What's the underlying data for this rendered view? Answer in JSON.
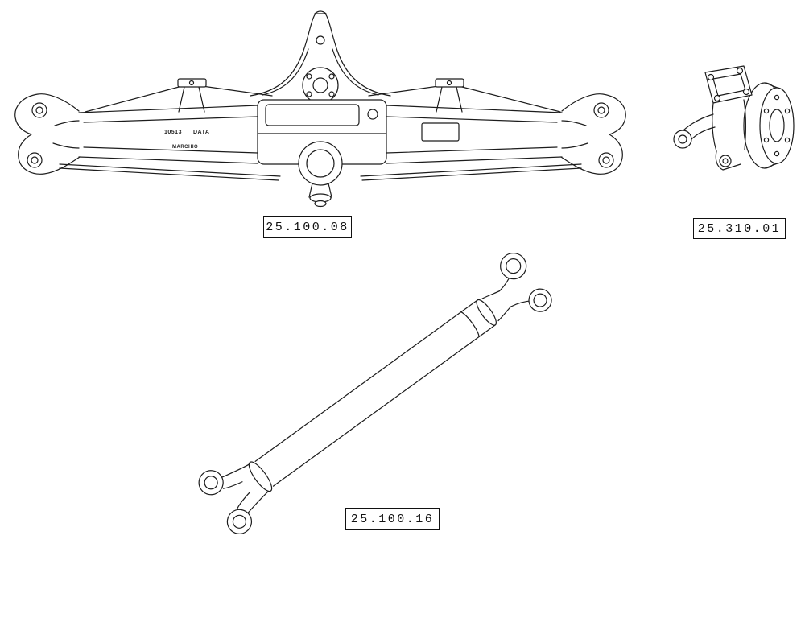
{
  "page": {
    "background": "#ffffff",
    "line_color": "#1c1c1c"
  },
  "figures": [
    {
      "name": "front-axle-assembly",
      "code": "25.100.08",
      "markings": {
        "serial": "10513",
        "data_label": "DATA",
        "brand_label": "MARCHIO"
      }
    },
    {
      "name": "steering-knuckle-hub",
      "code": "25.310.01"
    },
    {
      "name": "drive-shaft",
      "code": "25.100.16"
    }
  ]
}
